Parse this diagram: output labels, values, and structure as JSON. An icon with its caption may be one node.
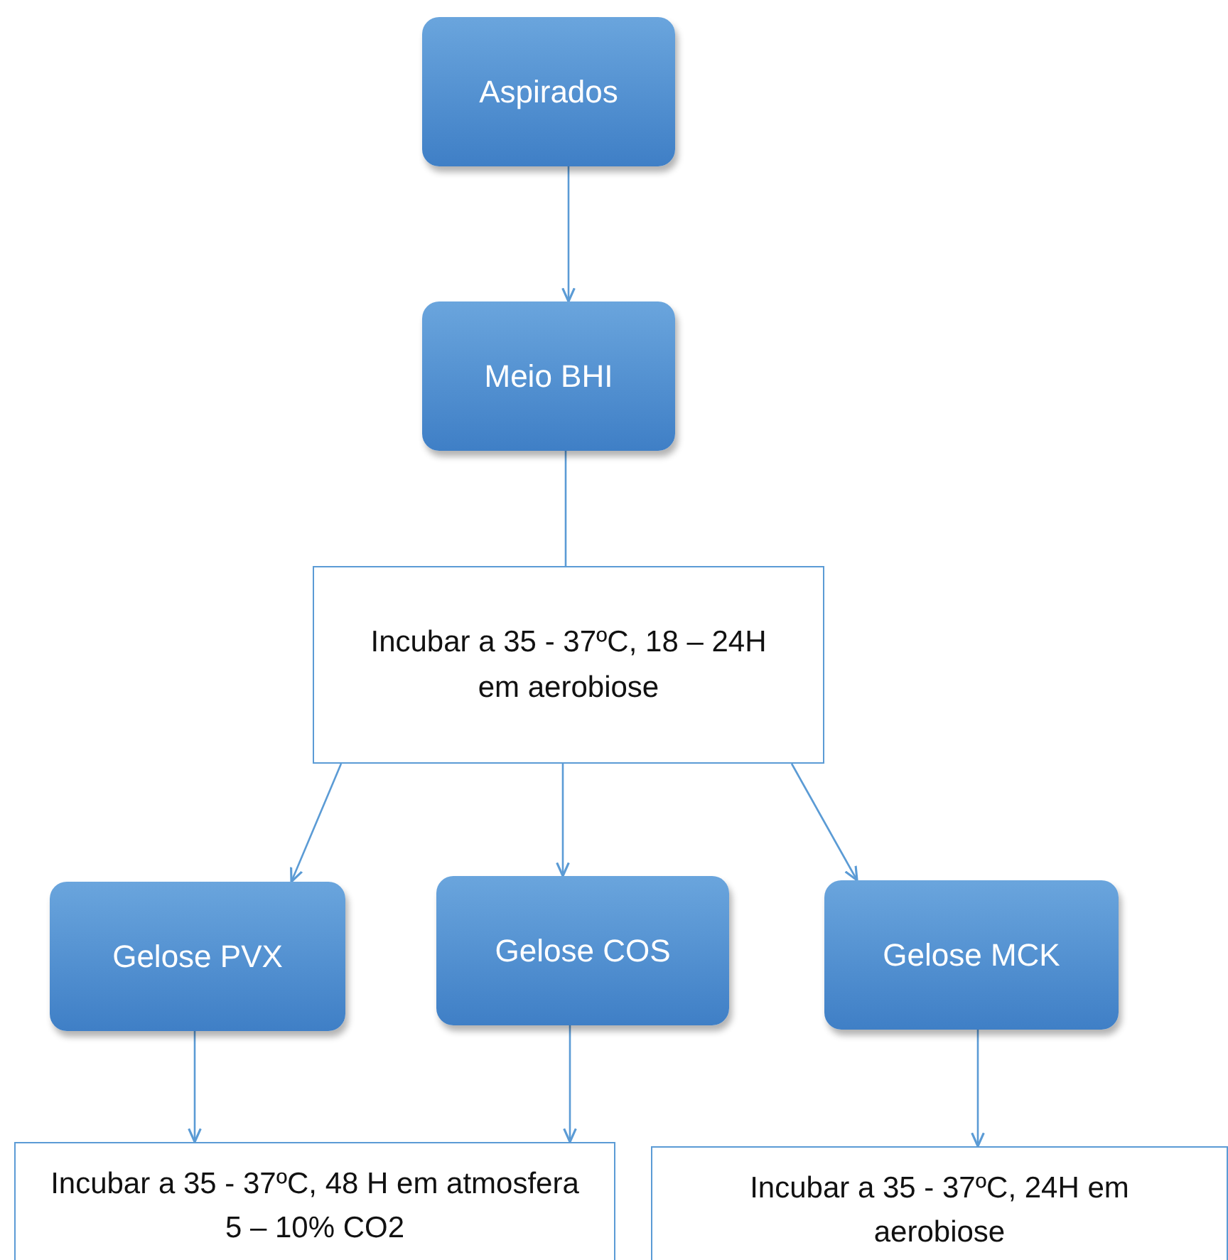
{
  "diagram": {
    "nodes": [
      {
        "text": [
          "Aspirados"
        ]
      },
      {
        "text": [
          "Meio BHI"
        ]
      },
      {
        "text": [
          "Incubar a 35 - 37ºC, 18 – 24H em aerobiose"
        ]
      },
      {
        "text": [
          "Gelose PVX"
        ]
      },
      {
        "text": [
          "Gelose COS"
        ]
      },
      {
        "text": [
          "Gelose MCK"
        ]
      },
      {
        "text": [
          "Incubar a 35 - 37ºC, 48 H em atmosfera 5 – 10% CO2"
        ]
      },
      {
        "text": [
          "Incubar a 35 - 37ºC, 24H em aerobiose"
        ]
      }
    ],
    "edges": [
      {
        "from": 0,
        "to": 1,
        "arrow": "to"
      },
      {
        "from": 1,
        "to": 2,
        "arrow": "none"
      },
      {
        "from": 2,
        "to": 3,
        "arrow": "to"
      },
      {
        "from": 2,
        "to": 4,
        "arrow": "to"
      },
      {
        "from": 2,
        "to": 5,
        "arrow": "to"
      },
      {
        "from": 3,
        "to": 6,
        "arrow": "to"
      },
      {
        "from": 4,
        "to": 6,
        "arrow": "to"
      },
      {
        "from": 5,
        "to": 7,
        "arrow": "to"
      }
    ]
  }
}
